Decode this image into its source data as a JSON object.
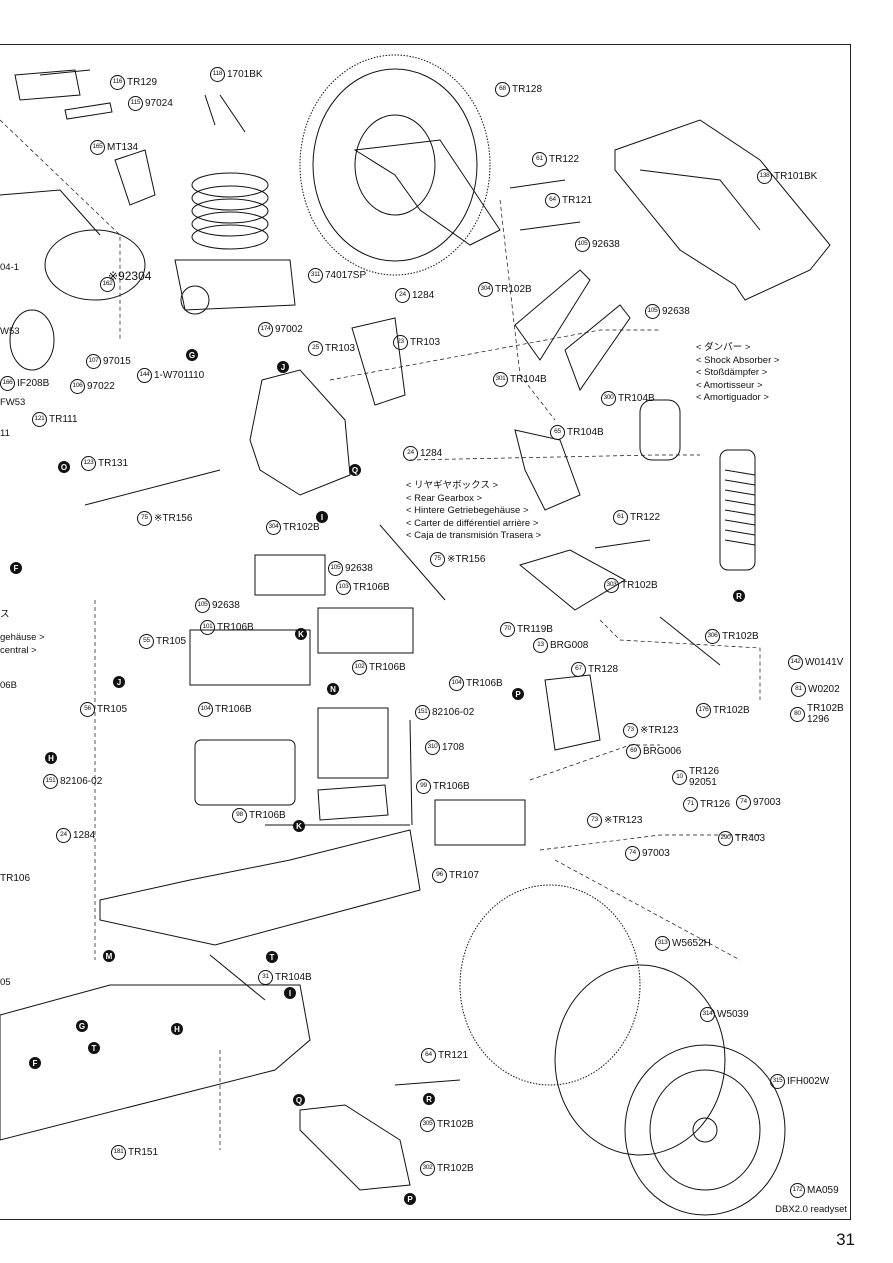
{
  "page": {
    "number": "31",
    "footer_note": "DBX2.0 readyset"
  },
  "notes": {
    "rear_gearbox": [
      "< リヤギヤボックス >",
      "< Rear Gearbox >",
      "< Hintere Getriebegehäuse >",
      "< Carter de différentiel arrière >",
      "< Caja de transmisión Trasera >"
    ],
    "shock_absorber": [
      "< ダンパー >",
      "< Shock Absorber >",
      "< Stoßdämpfer >",
      "< Amortisseur >",
      "< Amortiguador >"
    ],
    "center_gearbox_partial": [
      "gehäuse >",
      "central >"
    ],
    "engine_ref": "※92304",
    "misc_partial": [
      "04-1",
      "W53",
      "FW53",
      "11",
      "ス",
      "06B",
      "05"
    ]
  },
  "parts": [
    {
      "n": "116",
      "code": "TR129"
    },
    {
      "n": "115",
      "code": "97024"
    },
    {
      "n": "118",
      "code": "1701BK"
    },
    {
      "n": "68",
      "code": "TR128"
    },
    {
      "n": "165",
      "code": "MT134"
    },
    {
      "n": "61",
      "code": "TR122"
    },
    {
      "n": "138",
      "code": "TR101BK"
    },
    {
      "n": "64",
      "code": "TR121"
    },
    {
      "n": "105",
      "code": "92638"
    },
    {
      "n": "311",
      "code": "74017SP"
    },
    {
      "n": "304",
      "code": "TR102B"
    },
    {
      "n": "162",
      "code": ""
    },
    {
      "n": "24",
      "code": "1284"
    },
    {
      "n": "105",
      "code": "92638"
    },
    {
      "n": "174",
      "code": "97002"
    },
    {
      "n": "23",
      "code": "TR103"
    },
    {
      "n": "107",
      "code": "97015"
    },
    {
      "n": "25",
      "code": "TR103"
    },
    {
      "n": "144",
      "code": "1-W701110"
    },
    {
      "n": "106",
      "code": "97022"
    },
    {
      "n": "166",
      "code": "IF208B"
    },
    {
      "n": "301",
      "code": "TR104B"
    },
    {
      "n": "300",
      "code": "TR104B"
    },
    {
      "n": "121",
      "code": "TR111"
    },
    {
      "n": "65",
      "code": "TR104B"
    },
    {
      "n": "123",
      "code": "TR131"
    },
    {
      "n": "24",
      "code": "1284"
    },
    {
      "n": "75",
      "code": "※TR156"
    },
    {
      "n": "304",
      "code": "TR102B"
    },
    {
      "n": "61",
      "code": "TR122"
    },
    {
      "n": "105",
      "code": "92638"
    },
    {
      "n": "103",
      "code": "TR106B"
    },
    {
      "n": "75",
      "code": "※TR156"
    },
    {
      "n": "105",
      "code": "92638"
    },
    {
      "n": "55",
      "code": "TR105"
    },
    {
      "n": "101",
      "code": "TR106B"
    },
    {
      "n": "303",
      "code": "TR102B"
    },
    {
      "n": "306",
      "code": "TR102B"
    },
    {
      "n": "70",
      "code": "TR119B"
    },
    {
      "n": "13",
      "code": "BRG008"
    },
    {
      "n": "102",
      "code": "TR106B"
    },
    {
      "n": "67",
      "code": "TR128"
    },
    {
      "n": "142",
      "code": "W0141V"
    },
    {
      "n": "56",
      "code": "TR105"
    },
    {
      "n": "104",
      "code": "TR106B"
    },
    {
      "n": "81",
      "code": "W0202"
    },
    {
      "n": "104",
      "code": "TR106B"
    },
    {
      "n": "151",
      "code": "82106-02"
    },
    {
      "n": "176",
      "code": "TR102B"
    },
    {
      "n": "80",
      "code": "TR102B 1296"
    },
    {
      "n": "73",
      "code": "※TR123"
    },
    {
      "n": "310",
      "code": "1708"
    },
    {
      "n": "69",
      "code": "BRG006"
    },
    {
      "n": "151",
      "code": "82106-02"
    },
    {
      "n": "10",
      "code": "TR126 92051"
    },
    {
      "n": "99",
      "code": "TR106B"
    },
    {
      "n": "74",
      "code": "97003"
    },
    {
      "n": "98",
      "code": "TR106B"
    },
    {
      "n": "71",
      "code": "TR126"
    },
    {
      "n": "73",
      "code": "※TR123"
    },
    {
      "n": "24",
      "code": "1284"
    },
    {
      "n": "290",
      "code": "TR403"
    },
    {
      "n": "74",
      "code": "97003"
    },
    {
      "n": "96",
      "code": "TR107"
    },
    {
      "n": "313",
      "code": "W5652H"
    },
    {
      "n": "31",
      "code": "TR104B"
    },
    {
      "n": "314",
      "code": "W5039"
    },
    {
      "n": "64",
      "code": "TR121"
    },
    {
      "n": "315",
      "code": "IFH002W"
    },
    {
      "n": "305",
      "code": "TR102B"
    },
    {
      "n": "181",
      "code": "TR151"
    },
    {
      "n": "302",
      "code": "TR102B"
    },
    {
      "n": "172",
      "code": "MA059"
    },
    {
      "n": "",
      "code": "TR106"
    }
  ],
  "markers": [
    "J",
    "G",
    "O",
    "Q",
    "I",
    "F",
    "K",
    "N",
    "P",
    "R",
    "J",
    "H",
    "M",
    "T",
    "I",
    "F",
    "G",
    "T",
    "H",
    "K",
    "R",
    "Q",
    "P"
  ]
}
